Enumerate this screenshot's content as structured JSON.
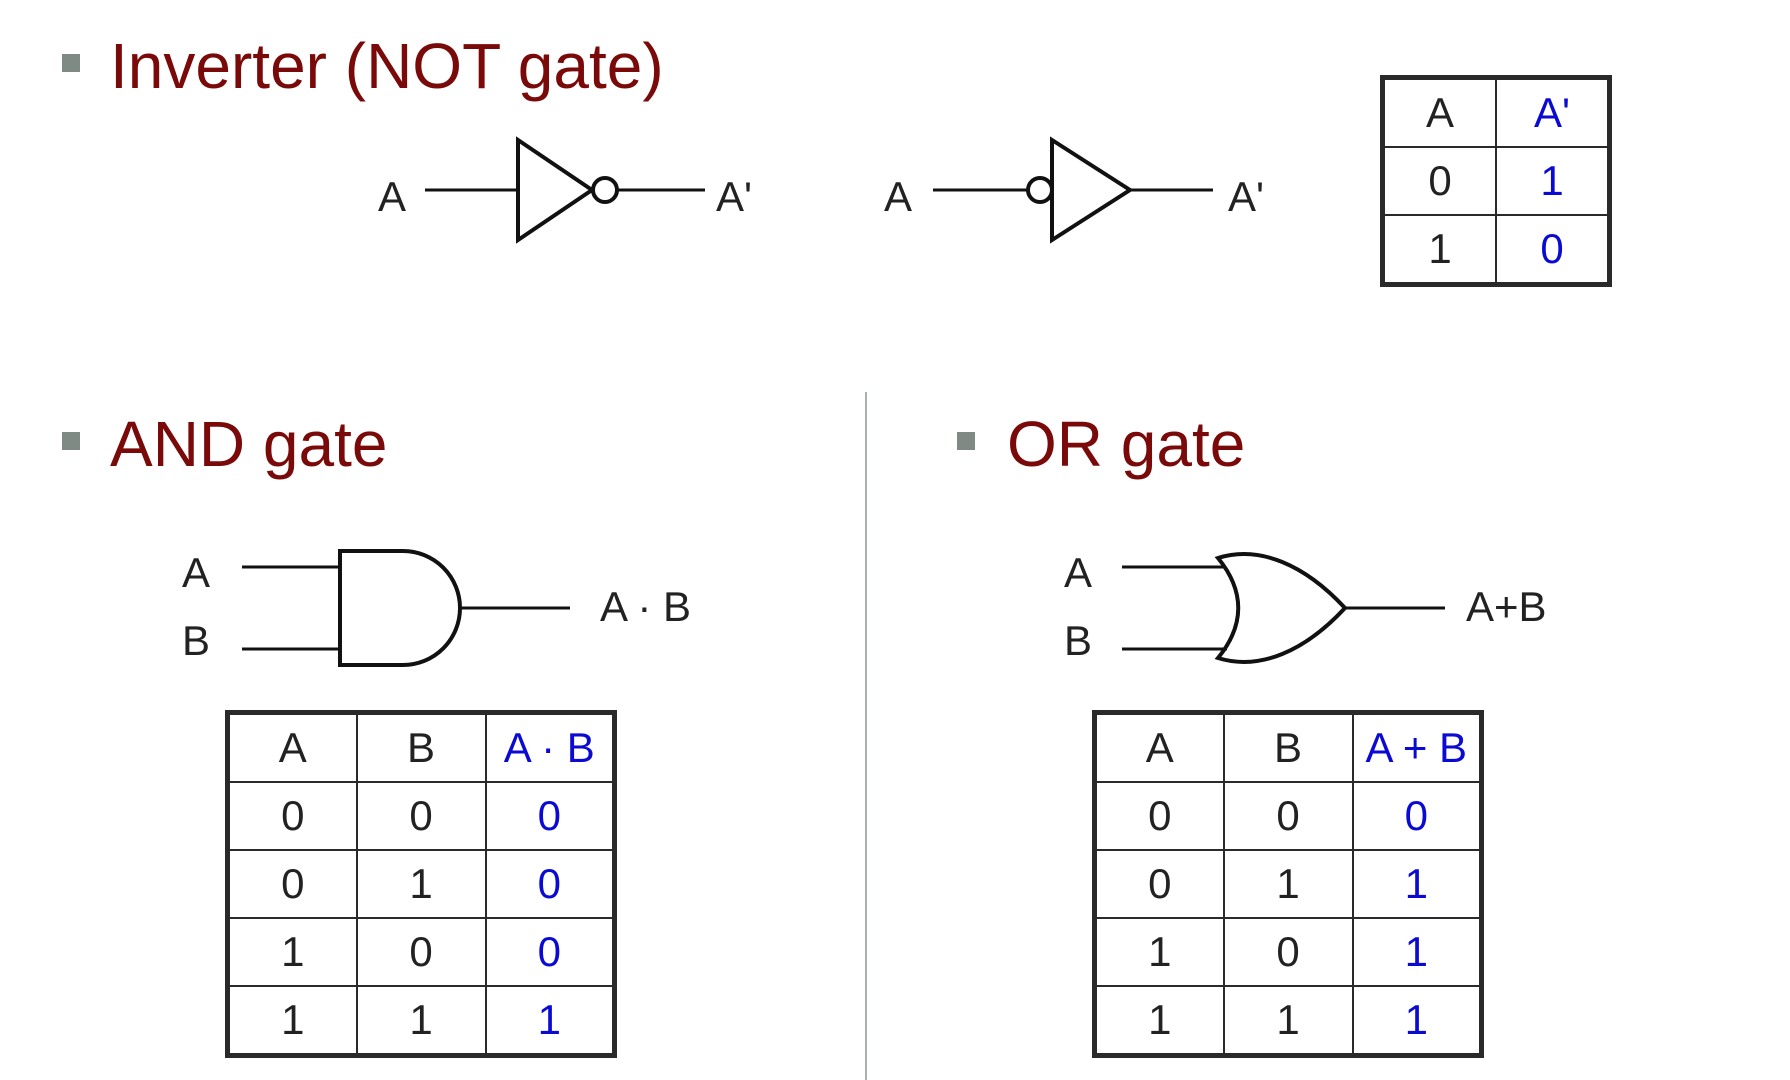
{
  "sections": {
    "not": {
      "heading": "Inverter (NOT gate)"
    },
    "and": {
      "heading": "AND gate"
    },
    "or": {
      "heading": "OR gate"
    }
  },
  "not_symbols": {
    "sym1": {
      "input": "A",
      "output": "A'"
    },
    "sym2": {
      "input": "A",
      "output": "A'"
    }
  },
  "and_symbol": {
    "input_a": "A",
    "input_b": "B",
    "output": "A · B"
  },
  "or_symbol": {
    "input_a": "A",
    "input_b": "B",
    "output": "A+B"
  },
  "not_table": {
    "headers": [
      "A",
      "A'"
    ],
    "rows": [
      [
        "0",
        "1"
      ],
      [
        "1",
        "0"
      ]
    ]
  },
  "and_table": {
    "headers": [
      "A",
      "B",
      "A · B"
    ],
    "rows": [
      [
        "0",
        "0",
        "0"
      ],
      [
        "0",
        "1",
        "0"
      ],
      [
        "1",
        "0",
        "0"
      ],
      [
        "1",
        "1",
        "1"
      ]
    ]
  },
  "or_table": {
    "headers": [
      "A",
      "B",
      "A + B"
    ],
    "rows": [
      [
        "0",
        "0",
        "0"
      ],
      [
        "0",
        "1",
        "1"
      ],
      [
        "1",
        "0",
        "1"
      ],
      [
        "1",
        "1",
        "1"
      ]
    ]
  },
  "colors": {
    "heading": "#7a0a0a",
    "output": "#0a0ad2",
    "bullet": "#808a84",
    "divider": "#a9b0ad"
  }
}
